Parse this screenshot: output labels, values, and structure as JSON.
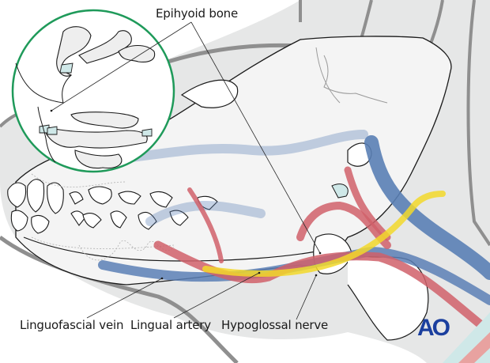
{
  "figure": {
    "subject": "Dog skull lateral view with neurovascular structures",
    "labels": {
      "epihyoid": "Epihyoid bone",
      "vein": "Linguofascial vein",
      "artery": "Lingual artery",
      "nerve": "Hypoglossal nerve"
    },
    "logo": "AO",
    "colors": {
      "vein": "#5a7fb5",
      "artery": "#d0606a",
      "nerve": "#f2d82a",
      "inset_border": "#1f9a5a",
      "skin": "#e6e7e7",
      "skin_outline": "#8f8f8f",
      "bone": "#f4f4f4",
      "cartilage": "#cfe8e8",
      "logo": "#1b3f9e"
    }
  }
}
